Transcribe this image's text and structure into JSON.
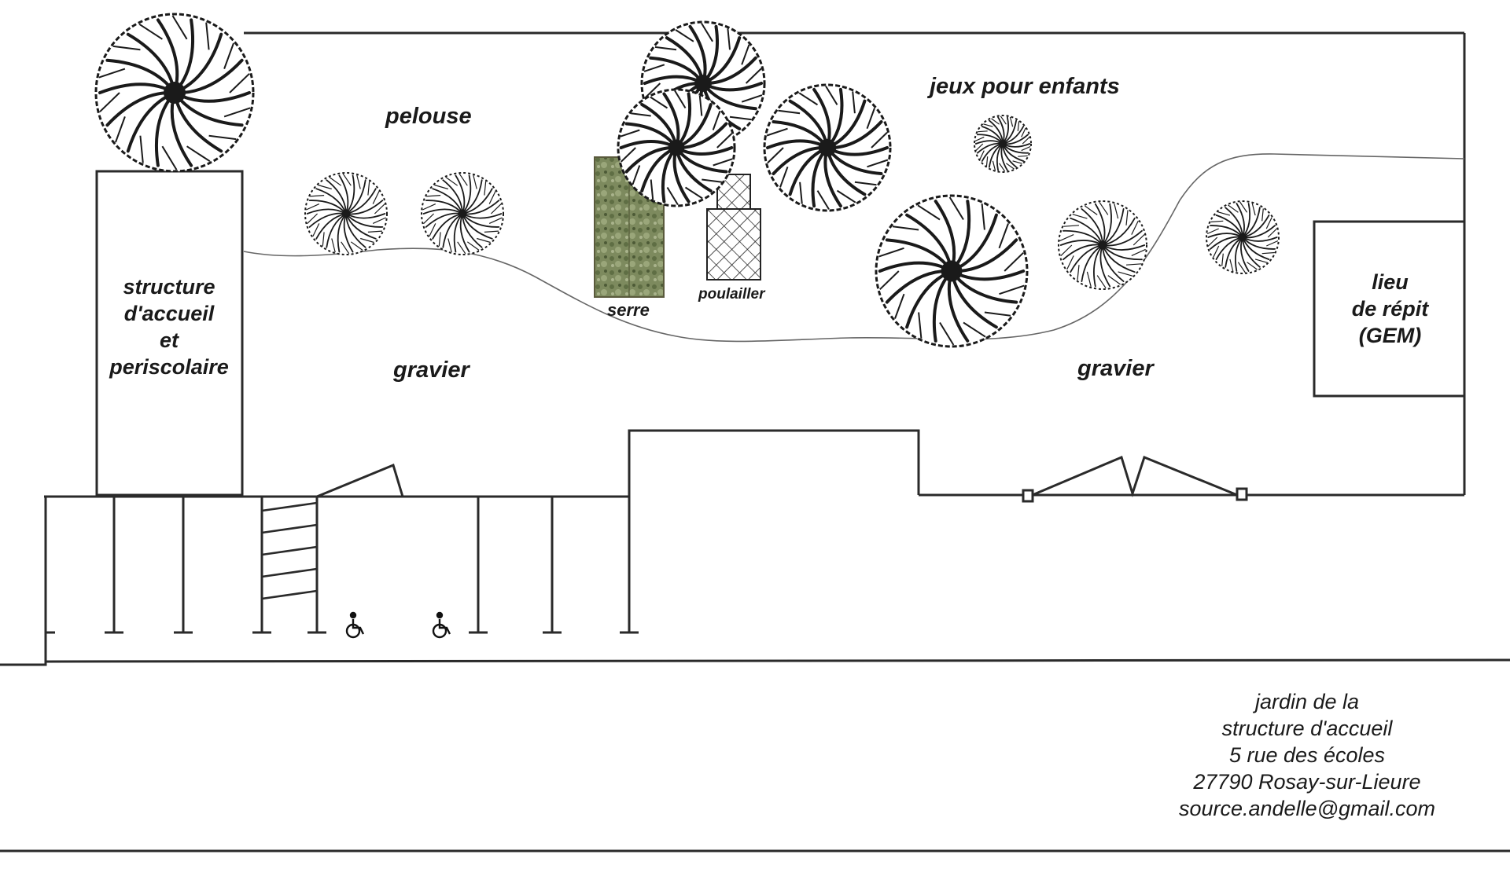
{
  "labels": {
    "pelouse": "pelouse",
    "jeux": "jeux pour enfants",
    "structure": [
      "structure",
      "d'accueil",
      "et",
      "periscolaire"
    ],
    "serre": "serre",
    "poulailler": "poulailler",
    "gravier_left": "gravier",
    "gravier_right": "gravier",
    "repit": [
      "lieu",
      "de répit",
      "(GEM)"
    ]
  },
  "caption": [
    "jardin de la",
    "structure d'accueil",
    "5 rue des écoles",
    "27790  Rosay-sur-Lieure",
    "source.andelle@gmail.com"
  ],
  "icons": {
    "tree": "tree-icon",
    "wheelchair": "wheelchair-icon",
    "greenhouse": "greenhouse-image",
    "chicken_coop": "chicken-coop-mesh"
  },
  "colors": {
    "ink": "#1a1a1a",
    "greenhouse": "#7a8a5a",
    "background": "#ffffff"
  }
}
